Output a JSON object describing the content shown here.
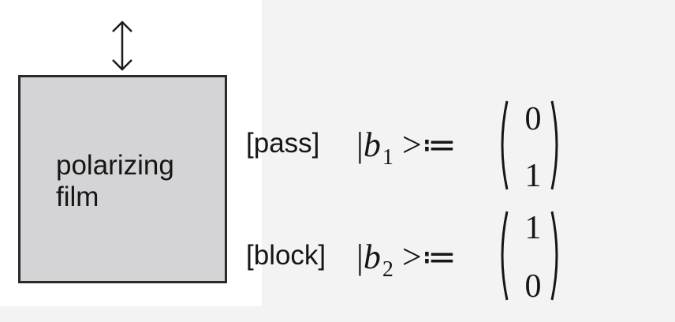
{
  "diagram": {
    "film_label": "polarizing\nfilm",
    "polarization_axis": "vertical",
    "states": [
      {
        "label": "[pass]",
        "ket_open": "|",
        "ket_var": "b",
        "ket_sub": "1",
        "definition": ">≔",
        "vector": [
          "0",
          "1"
        ]
      },
      {
        "label": "[block]",
        "ket_open": "|",
        "ket_var": "b",
        "ket_sub": "2",
        "definition": ">≔",
        "vector": [
          "1",
          "0"
        ]
      }
    ]
  }
}
